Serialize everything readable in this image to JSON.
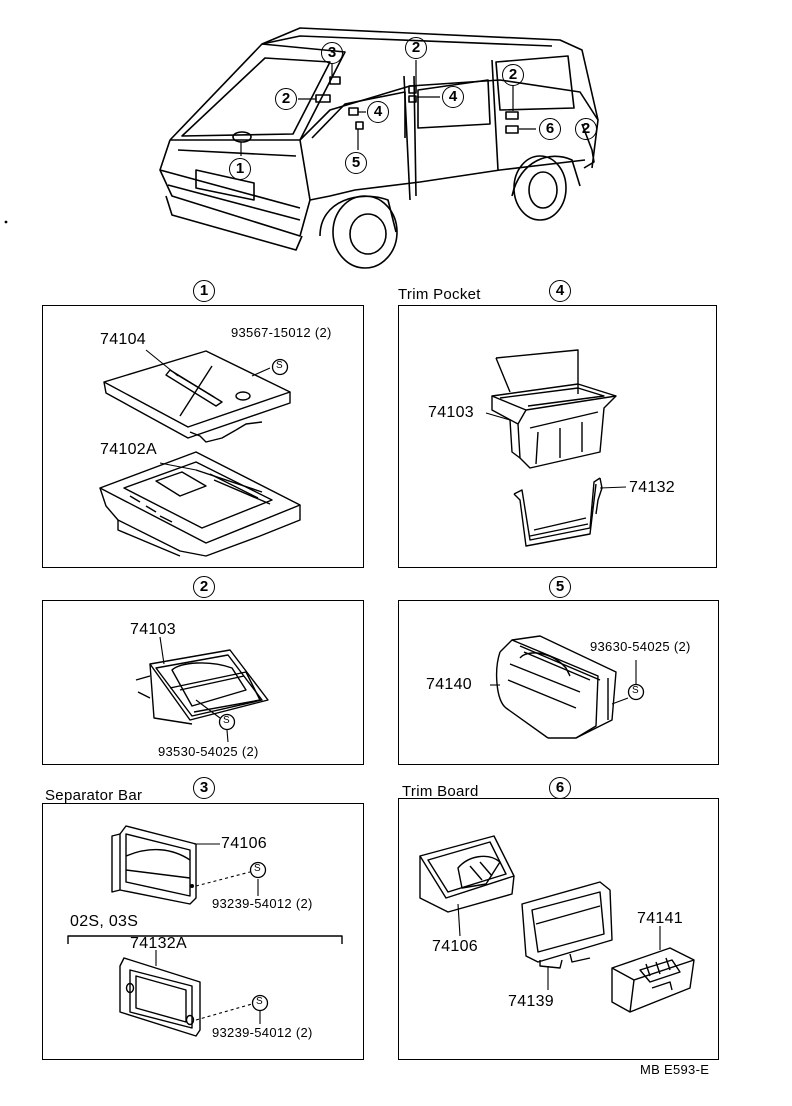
{
  "callouts": {
    "c1": "1",
    "c2": "2",
    "c3": "3",
    "c4": "4",
    "c5": "5",
    "c6": "6"
  },
  "sections": {
    "s1": {
      "num": "1",
      "parts": {
        "a": "74104",
        "b": "93567-15012 (2)",
        "c": "74102A"
      }
    },
    "s2": {
      "num": "2",
      "parts": {
        "a": "74103",
        "b": "93530-54025 (2)"
      }
    },
    "s3": {
      "title": "Separator Bar",
      "num": "3",
      "parts": {
        "a": "74106",
        "b": "93239-54012 (2)",
        "group": "02S, 03S",
        "c": "74132A",
        "d": "93239-54012 (2)"
      }
    },
    "s4": {
      "title": "Trim Pocket",
      "num": "4",
      "parts": {
        "a": "74103",
        "b": "74132"
      }
    },
    "s5": {
      "num": "5",
      "parts": {
        "a": "93630-54025 (2)",
        "b": "74140"
      }
    },
    "s6": {
      "title": "Trim Board",
      "num": "6",
      "parts": {
        "a": "74106",
        "b": "74141",
        "c": "74139"
      }
    }
  },
  "screw_symbol": "S",
  "footer_code": "MB E593-E"
}
